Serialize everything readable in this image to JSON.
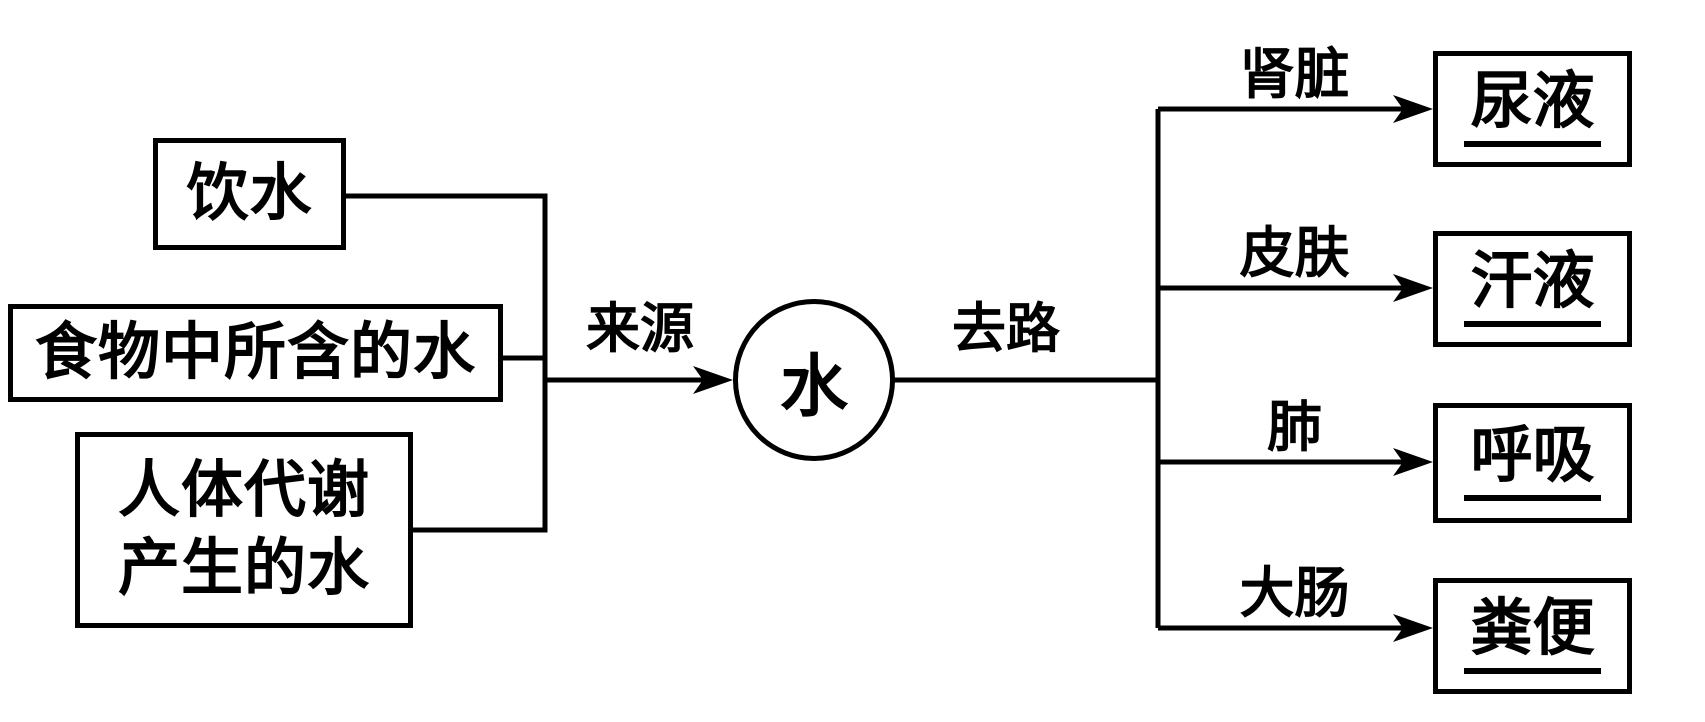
{
  "diagram": {
    "sources": [
      {
        "label": "饮水"
      },
      {
        "label": "食物中所含的水"
      },
      {
        "label": "人体代谢\n产生的水"
      }
    ],
    "source_path_label": "来源",
    "center_label": "水",
    "exit_path_label": "去路",
    "routes": [
      {
        "organ": "肾脏",
        "output": "尿液"
      },
      {
        "organ": "皮肤",
        "output": "汗液"
      },
      {
        "organ": "肺",
        "output": "呼吸"
      },
      {
        "organ": "大肠",
        "output": "粪便"
      }
    ],
    "colors": {
      "line": "#000000",
      "background": "#ffffff"
    }
  }
}
